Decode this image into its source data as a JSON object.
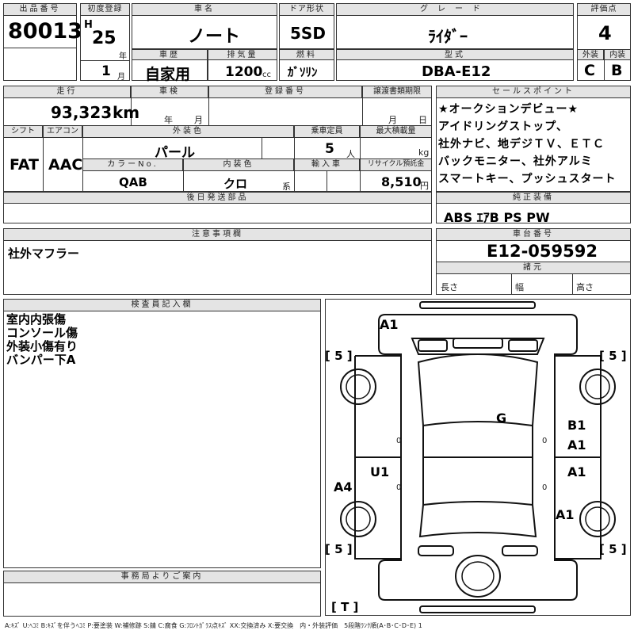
{
  "header": {
    "lot_no_label": "出品番号",
    "lot_no": "80013",
    "first_reg_label": "初度登録",
    "era": "H",
    "year": "25",
    "year_unit": "年",
    "month": "1",
    "month_unit": "月",
    "car_name_label": "車名",
    "car_name": "ノート",
    "door_label": "ドア形状",
    "door": "5SD",
    "grade_label": "グレード",
    "grade": "ﾗｲﾀﾞｰ",
    "score_label": "評価点",
    "score": "4",
    "history_label": "車歴",
    "history": "自家用",
    "displacement_label": "排気量",
    "displacement": "1200",
    "displacement_unit": "cc",
    "fuel_label": "燃料",
    "fuel": "ｶﾞｿﾘﾝ",
    "model_label": "型式",
    "model": "DBA-E12",
    "ext_label": "外装",
    "ext_grade": "C",
    "int_label": "内装",
    "int_grade": "B"
  },
  "spec": {
    "mileage_label": "走行",
    "mileage": "93,323",
    "mileage_unit": "km",
    "inspection_label": "車検",
    "insp_year_unit": "年",
    "insp_month_unit": "月",
    "regno_label": "登録番号",
    "transfer_label": "譲渡書類期限",
    "transfer_month_unit": "月",
    "transfer_day_unit": "日",
    "shift_label": "シフト",
    "shift": "FAT",
    "ac_label": "エアコン",
    "ac": "AAC",
    "color_label": "外装色",
    "color": "パール",
    "capacity_label": "乗車定員",
    "capacity": "5",
    "capacity_unit": "人",
    "load_label": "最大積載量",
    "load_unit": "kg",
    "color_no_label": "カラーNo.",
    "color_no": "QAB",
    "interior_color_label": "内装色",
    "interior_color": "クロ",
    "interior_color_unit": "系",
    "import_label": "輸入車",
    "recycle_label": "リサイクル預託金",
    "recycle": "8,510",
    "recycle_unit": "円",
    "later_parts_label": "後日発送部品"
  },
  "sales": {
    "label": "セールスポイント",
    "lines": [
      "★オークションデビュー★",
      "アイドリングストップ、",
      "社外ナビ、地デジＴＶ、ＥＴＣ",
      "バックモニター、社外アルミ",
      "スマートキー、プッシュスタート"
    ]
  },
  "equipment": {
    "label": "純正装備",
    "value": "ABS ｴｱB PS PW"
  },
  "caution": {
    "label": "注意事項欄",
    "value": "社外マフラー"
  },
  "chassis": {
    "label": "車台番号",
    "value": "E12-059592"
  },
  "dimensions": {
    "label": "諸元",
    "length_label": "長さ",
    "width_label": "幅",
    "height_label": "高さ"
  },
  "inspector": {
    "label": "検査員記入欄",
    "lines": [
      "室内内張傷",
      "コンソール傷",
      "外装小傷有り",
      "バンパー下A"
    ]
  },
  "office": {
    "label": "事務局よりご案内"
  },
  "diagram": {
    "marks": {
      "front_bumper": "A1",
      "windshield": "G",
      "right_front_door": "B1",
      "right_front_door2": "A1",
      "left_rear_door": "U1",
      "right_rear_door": "A1",
      "left_rear_fender": "A4",
      "right_rear_fender": "A1",
      "zero_1": "0",
      "zero_2": "0",
      "zero_3": "0",
      "zero_4": "0"
    },
    "tire_fl": "[ 5 ]",
    "tire_fr": "[ 5 ]",
    "tire_rl": "[ 5 ]",
    "tire_rr": "[ 5 ]",
    "spare": "[ T ]"
  },
  "legend": "A:ｷｽﾞ U:ﾍｺﾐ B:ｷｽﾞを伴うﾍｺﾐ P:要塗装 W:補修跡 S:錆 C:腐食 G:ﾌﾛﾝﾄｶﾞﾗｽ点ｷｽﾞ XX:交換済み X:要交換　内・外装評価　5段階ﾗﾝｸ順(A･B･C･D･E) 1"
}
